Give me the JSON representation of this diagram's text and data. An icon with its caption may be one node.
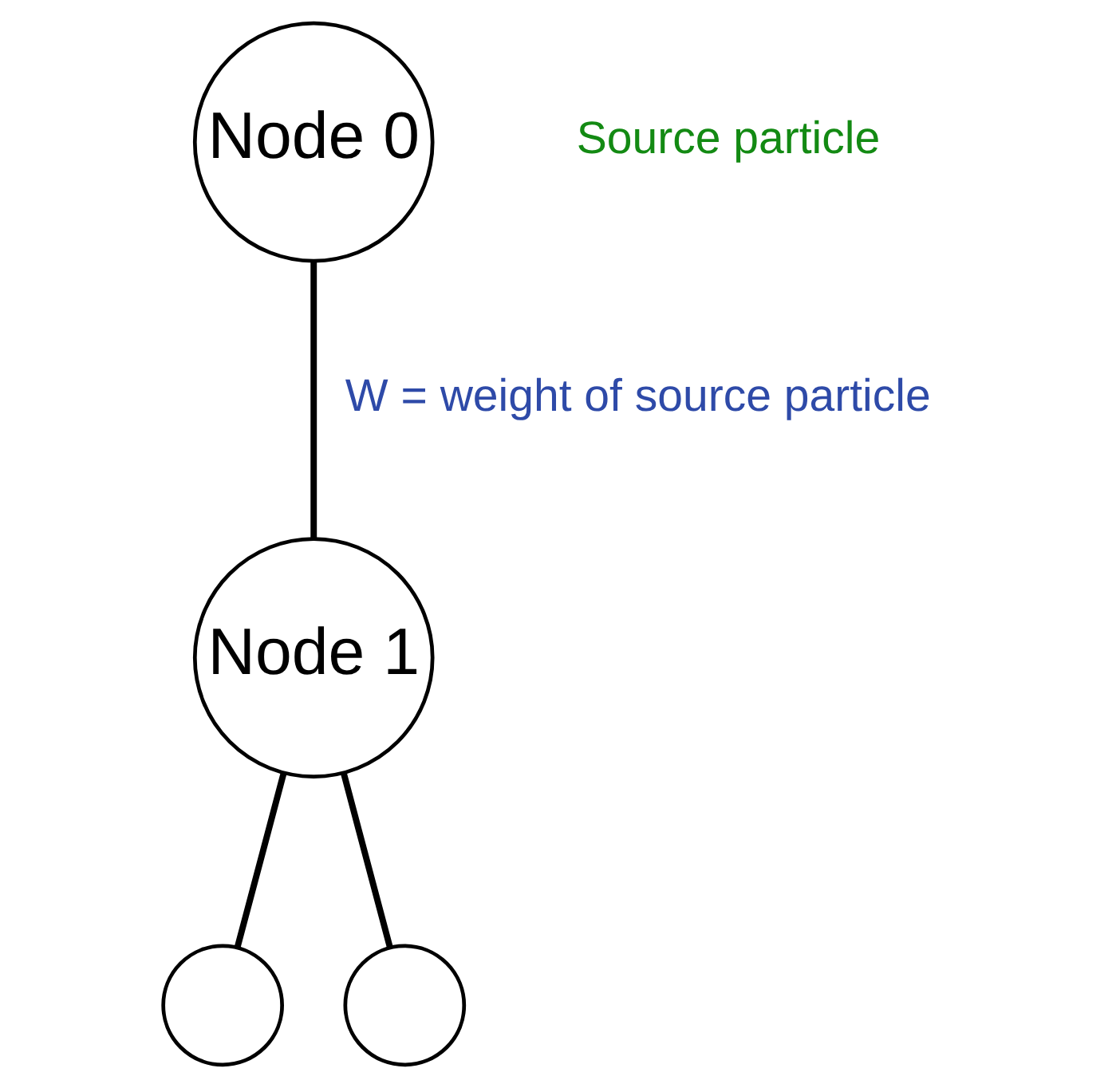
{
  "diagram": {
    "nodes": [
      {
        "text": [
          "Node 0"
        ],
        "beside": [
          "Source particle"
        ]
      },
      {
        "text": [
          "Node 1"
        ]
      },
      {
        "text": [],
        "shape": "circle"
      },
      {
        "text": [],
        "shape": "circle"
      }
    ],
    "edges": [
      {
        "from": 0,
        "to": 1,
        "arrow": "none",
        "label": "W = weight of source particle"
      },
      {
        "from": 1,
        "to": 2,
        "arrow": "none"
      },
      {
        "from": 1,
        "to": 3,
        "arrow": "none"
      }
    ]
  }
}
